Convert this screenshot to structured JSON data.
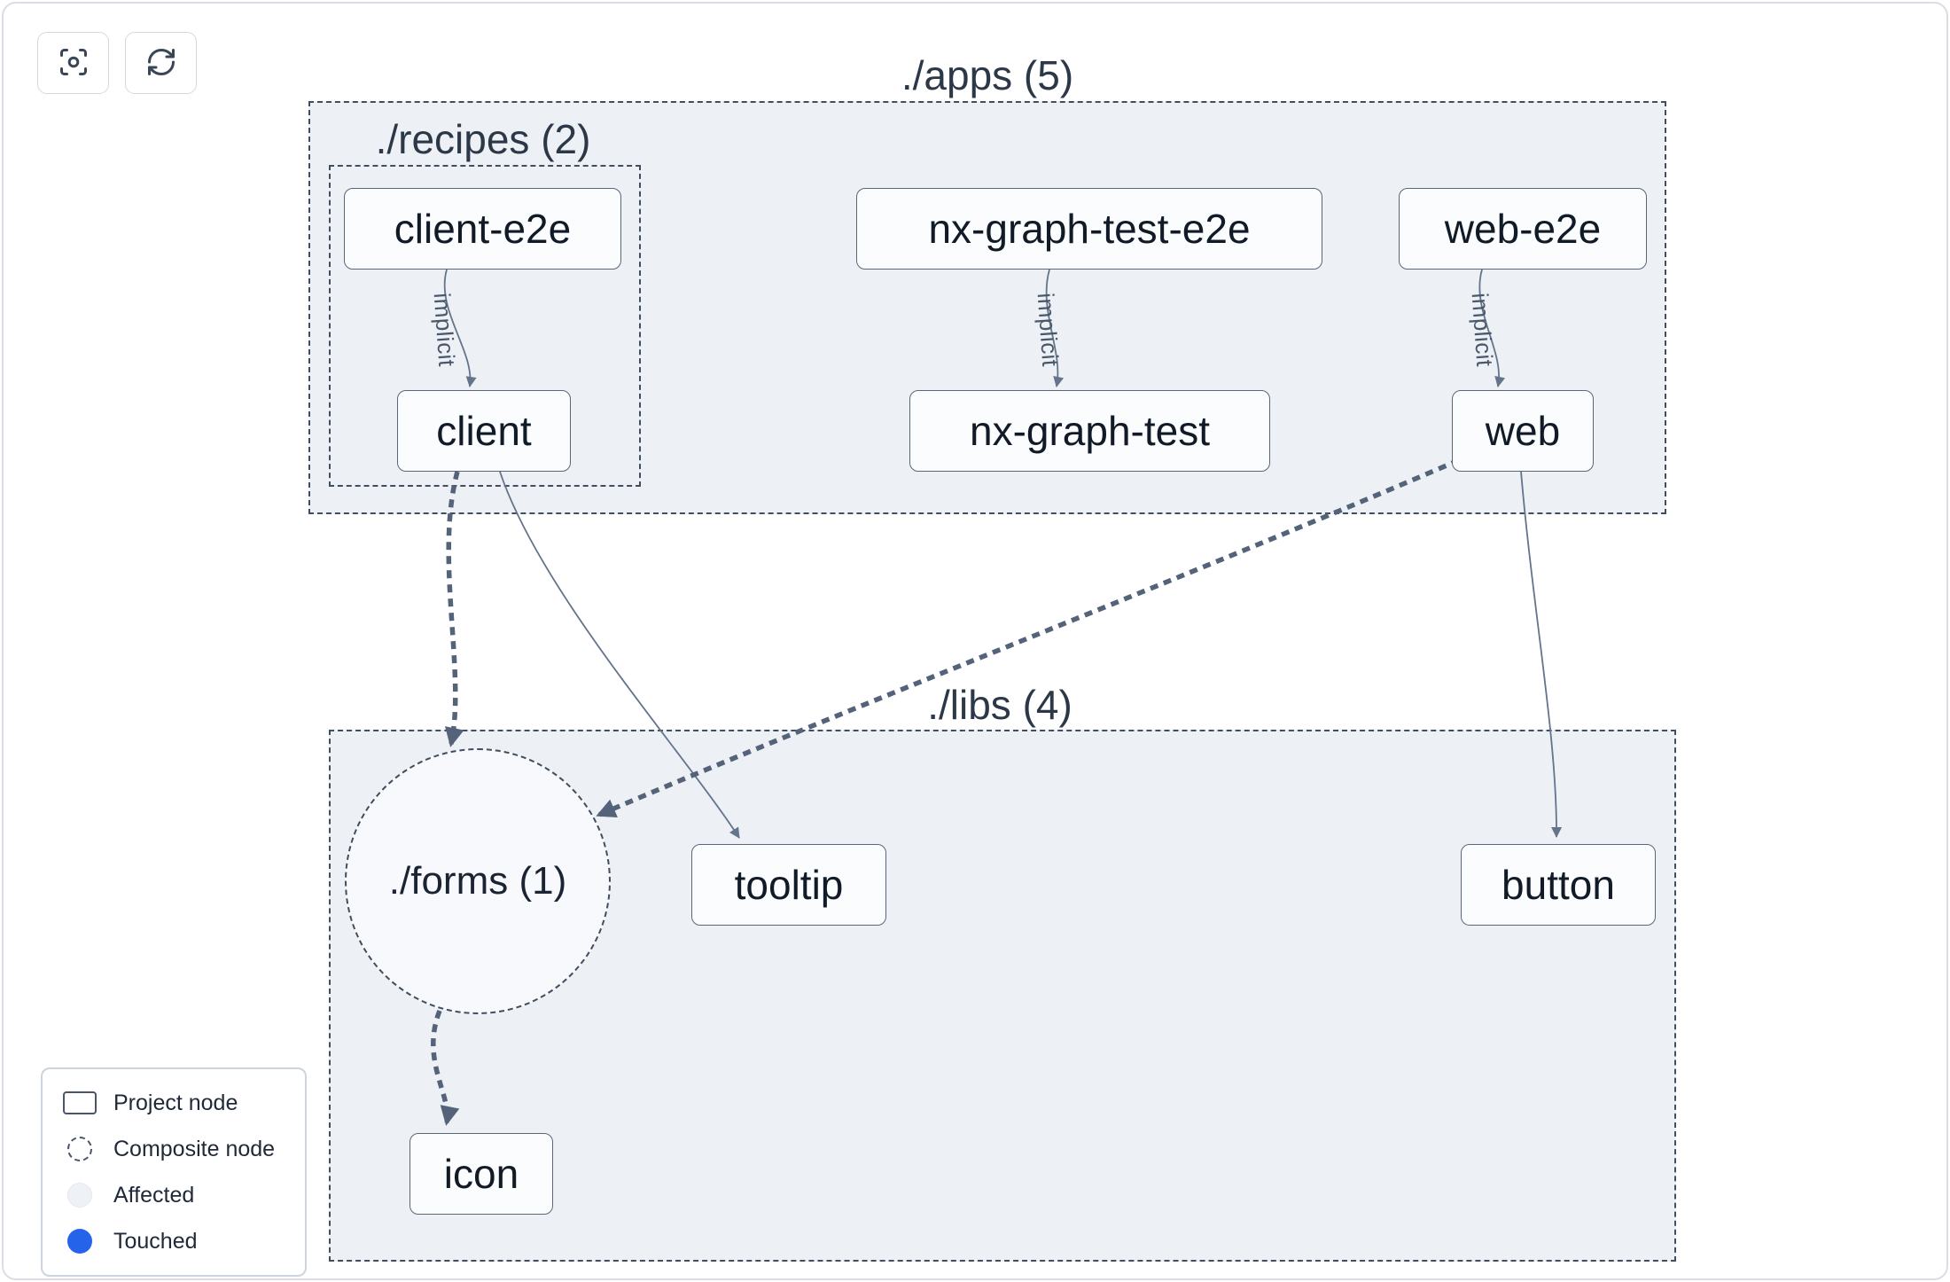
{
  "toolbar": {
    "buttons": [
      {
        "id": "focus",
        "icon": "focus-icon"
      },
      {
        "id": "refresh",
        "icon": "refresh-icon"
      }
    ]
  },
  "groups": {
    "apps": {
      "label": "./apps (5)"
    },
    "recipes": {
      "label": "./recipes (2)"
    },
    "libs": {
      "label": "./libs (4)"
    },
    "forms": {
      "label": "./forms (1)"
    }
  },
  "nodes": {
    "client_e2e": {
      "label": "client-e2e"
    },
    "client": {
      "label": "client"
    },
    "nx_graph_test_e2e": {
      "label": "nx-graph-test-e2e"
    },
    "nx_graph_test": {
      "label": "nx-graph-test"
    },
    "web_e2e": {
      "label": "web-e2e"
    },
    "web": {
      "label": "web"
    },
    "tooltip": {
      "label": "tooltip"
    },
    "button": {
      "label": "button"
    },
    "icon": {
      "label": "icon"
    }
  },
  "edges": {
    "implicit_label": "implicit",
    "list": [
      {
        "from": "client-e2e",
        "to": "client",
        "type": "implicit"
      },
      {
        "from": "nx-graph-test-e2e",
        "to": "nx-graph-test",
        "type": "implicit"
      },
      {
        "from": "web-e2e",
        "to": "web",
        "type": "implicit"
      },
      {
        "from": "client",
        "to": "./forms (1)",
        "type": "dashed"
      },
      {
        "from": "client",
        "to": "tooltip",
        "type": "direct"
      },
      {
        "from": "web",
        "to": "./forms (1)",
        "type": "dashed"
      },
      {
        "from": "web",
        "to": "button",
        "type": "direct"
      },
      {
        "from": "./forms (1)",
        "to": "icon",
        "type": "dashed"
      }
    ]
  },
  "legend": {
    "items": [
      {
        "id": "project-node",
        "label": "Project node"
      },
      {
        "id": "composite-node",
        "label": "Composite node"
      },
      {
        "id": "affected",
        "label": "Affected"
      },
      {
        "id": "touched",
        "label": "Touched"
      }
    ]
  },
  "colors": {
    "container_bg": "#edf1f6",
    "dashed_border": "#414e60",
    "node_border": "#5a6778",
    "edge": "#64748b",
    "touched_blue": "#2563eb",
    "text": "#1f2937"
  }
}
